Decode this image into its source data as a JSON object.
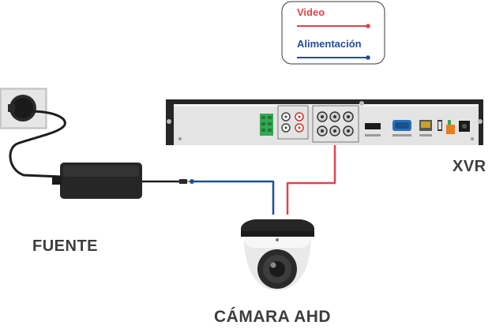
{
  "legend": {
    "video_label": "Video",
    "power_label": "Alimentación",
    "video_color": "#e0434f",
    "power_color": "#1f4e9c"
  },
  "labels": {
    "power_supply": "FUENTE",
    "recorder": "XVR",
    "camera": "CÁMARA AHD"
  },
  "colors": {
    "text": "#3d3d3d",
    "device_dark": "#262626",
    "panel": "#e4e4e4",
    "terminal_green": "#34a853",
    "port_blue": "#2a6fb8"
  },
  "icons": [
    "wall-outlet-icon",
    "power-adapter-icon",
    "xvr-recorder-icon",
    "dome-camera-icon"
  ]
}
